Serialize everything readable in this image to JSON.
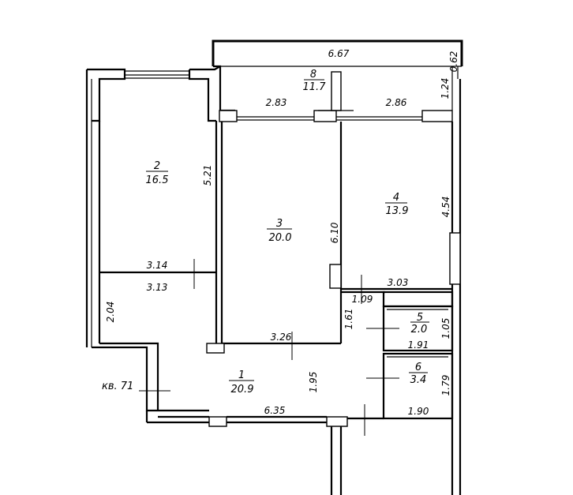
{
  "apartment": {
    "label": "кв. 71"
  },
  "rooms": [
    {
      "id": "room-1",
      "number": "1",
      "area": "20.9"
    },
    {
      "id": "room-2",
      "number": "2",
      "area": "16.5"
    },
    {
      "id": "room-3",
      "number": "3",
      "area": "20.0"
    },
    {
      "id": "room-4",
      "number": "4",
      "area": "13.9"
    },
    {
      "id": "room-5",
      "number": "5",
      "area": "2.0"
    },
    {
      "id": "room-6",
      "number": "6",
      "area": "3.4"
    },
    {
      "id": "room-8",
      "number": "8",
      "area": "11.7"
    }
  ],
  "dimensions": {
    "balcony_width": "6.67",
    "balcony_depth_right": "0.62",
    "balcony_side": "1.24",
    "window_left": "2.83",
    "window_right": "2.86",
    "room2_height": "5.21",
    "room2_top": "3.14",
    "room2_bottom": "3.13",
    "room3_height": "6.10",
    "room3_bottom": "3.26",
    "room4_height": "4.54",
    "room4_bottom": "3.03",
    "hall_left_height": "2.04",
    "corridor_width": "1.09",
    "corridor_height": "1.61",
    "bath5_height": "1.05",
    "bath5_width": "1.91",
    "bath6_height": "1.79",
    "bath6_width": "1.90",
    "hall_height": "1.95",
    "hall_width": "6.35"
  }
}
